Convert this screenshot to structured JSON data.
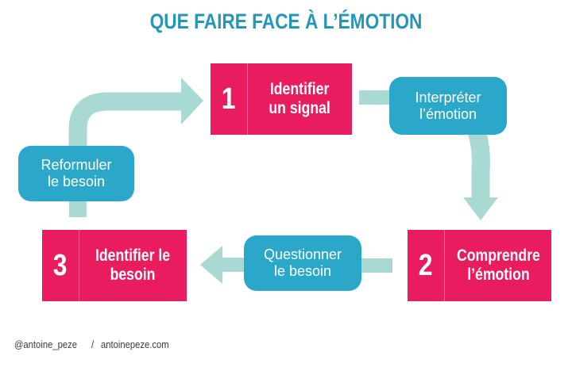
{
  "title": "QUE FAIRE FACE À L’ÉMOTION",
  "colors": {
    "pink": "#e91c5f",
    "teal": "#2aa7c9",
    "arrow": "#a8d9d3",
    "title": "#2496b6"
  },
  "steps": [
    {
      "number": "1",
      "label": "Identifier\nun signal"
    },
    {
      "number": "2",
      "label": "Comprendre\nl’émotion"
    },
    {
      "number": "3",
      "label": "Identifier le\nbesoin"
    }
  ],
  "actions": [
    {
      "label": "Interpréter\nl’émotion"
    },
    {
      "label": "Questionner\nle besoin"
    },
    {
      "label": "Reformuler\nle besoin"
    }
  ],
  "footer": {
    "handle": "@antoine_peze",
    "separator": "/",
    "website": "antoinepeze.com"
  }
}
